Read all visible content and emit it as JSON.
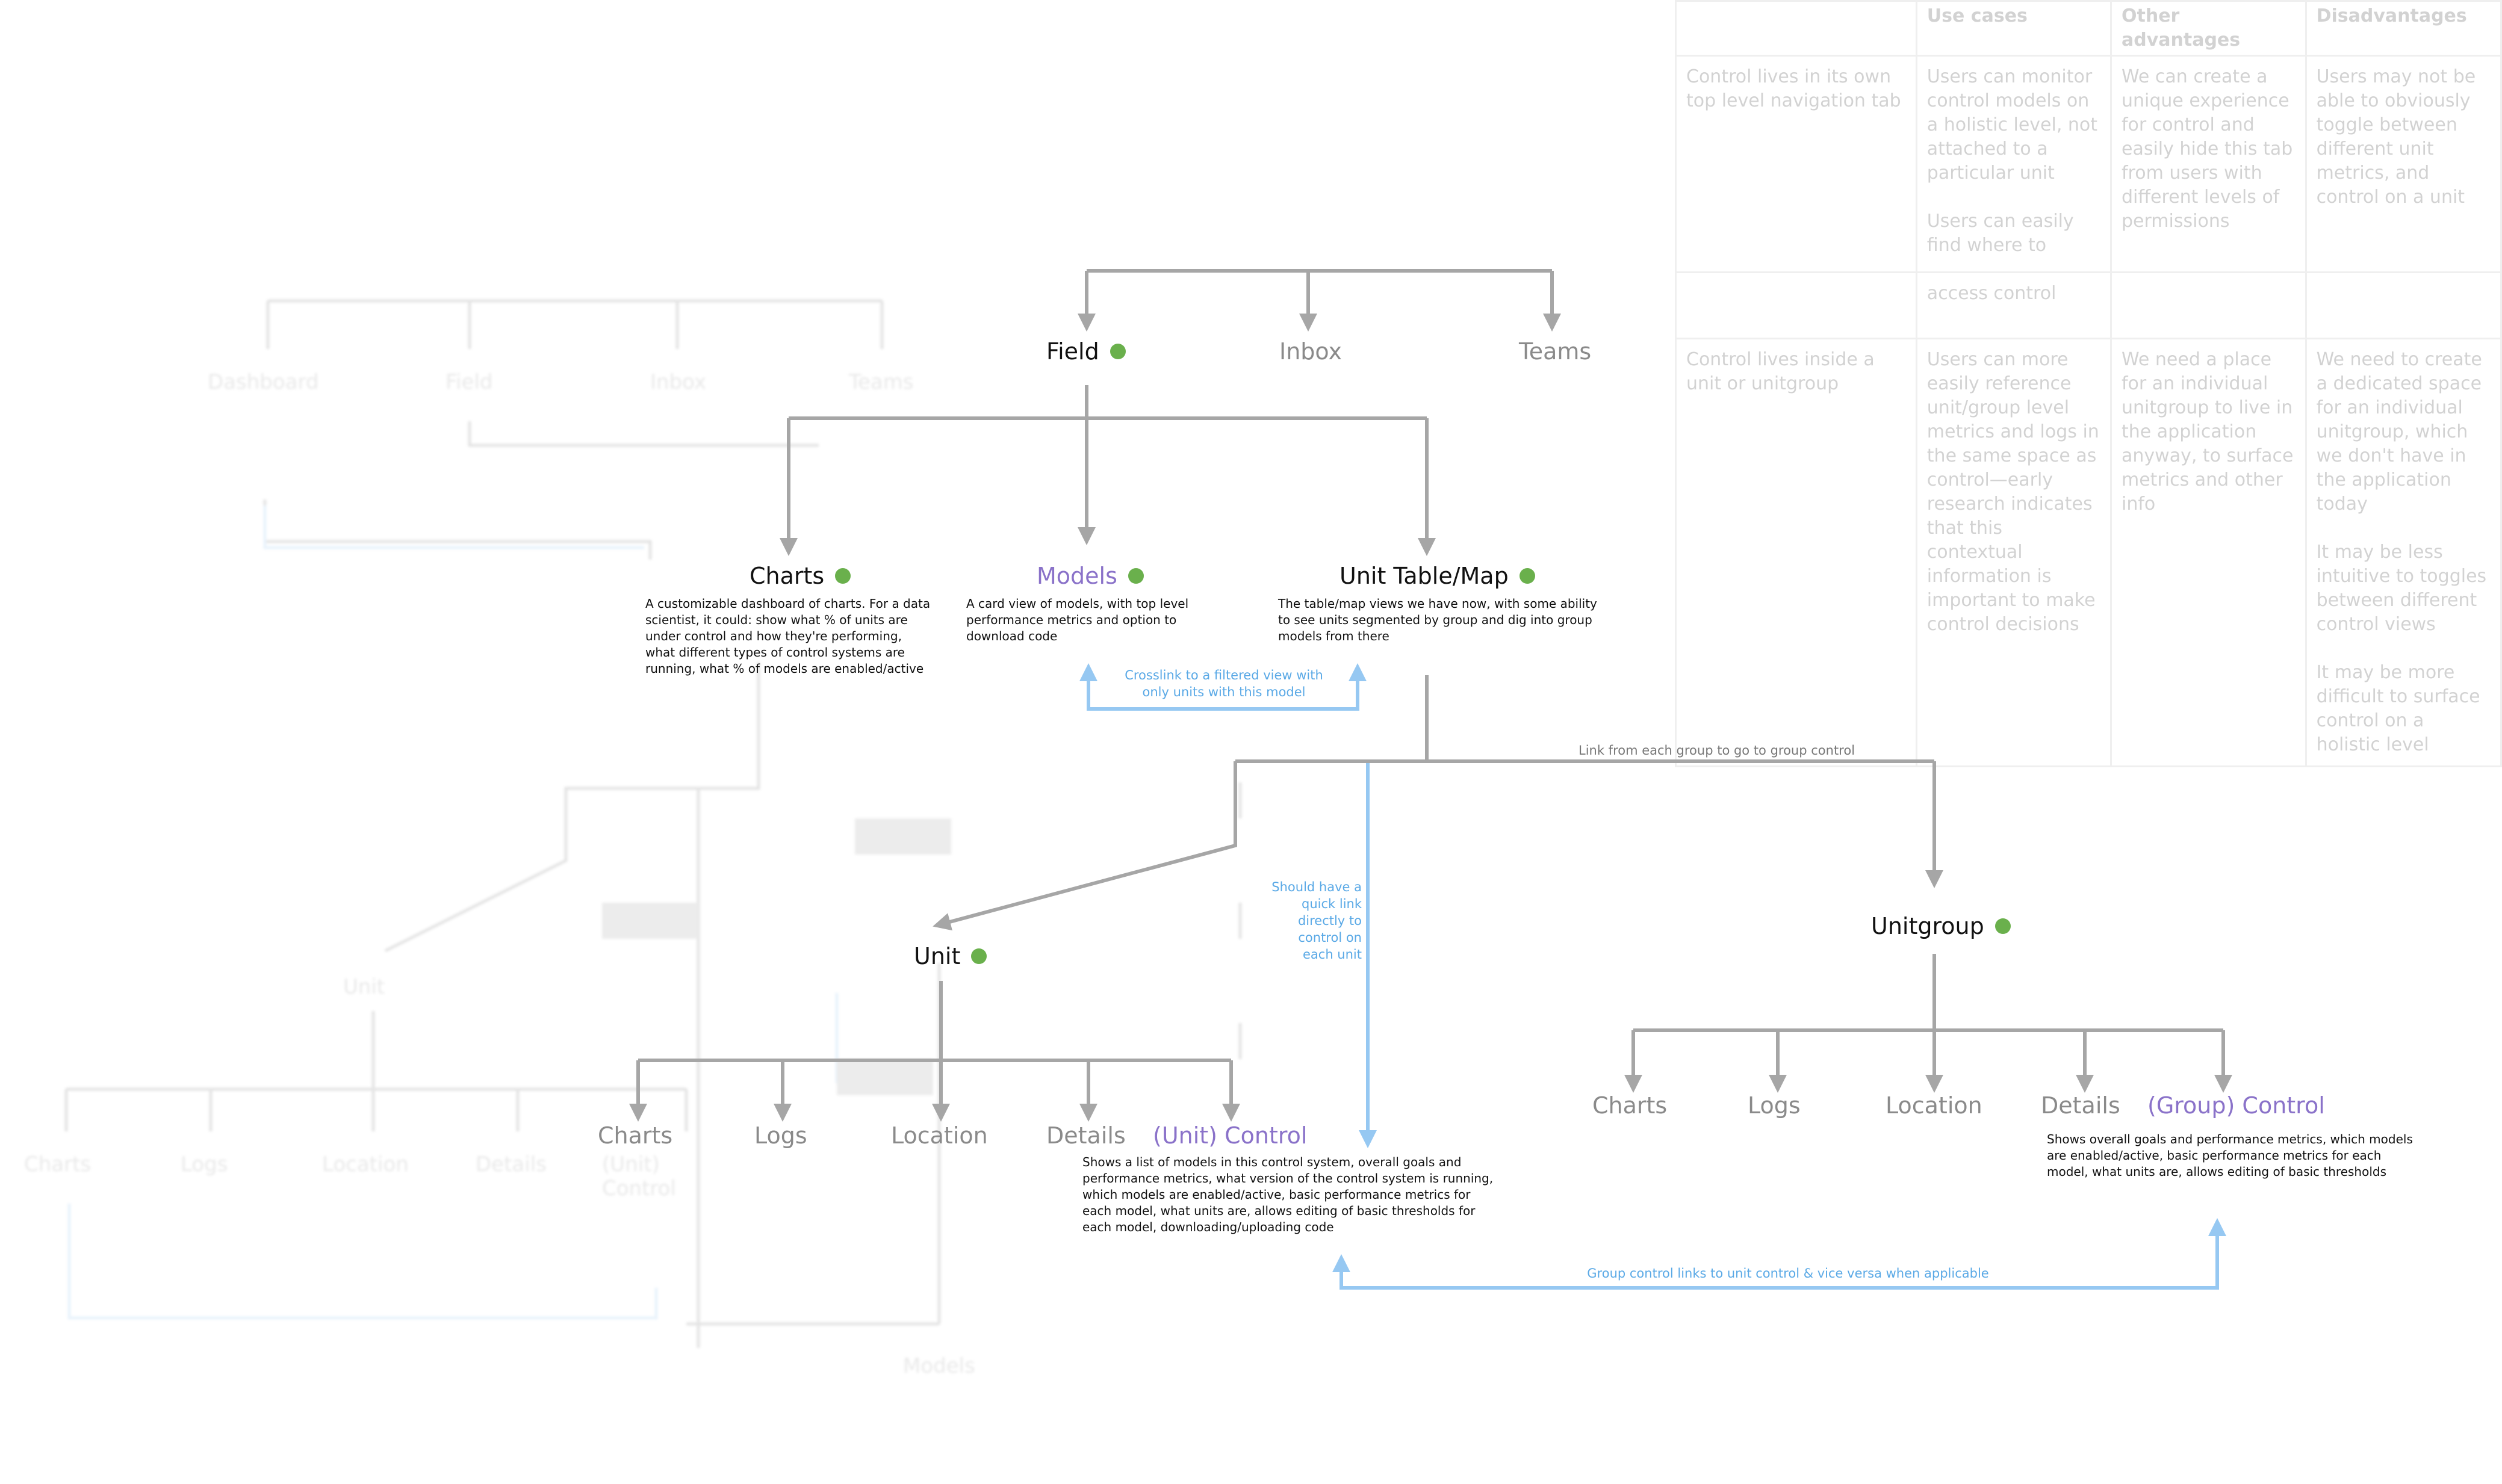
{
  "colors": {
    "line": "#a6a6a6",
    "crosslink": "#96c8f2",
    "dot": "#6ab04c",
    "purple_text": "#8a72c9"
  },
  "nodes": {
    "field": "Field",
    "inbox": "Inbox",
    "teams": "Teams",
    "charts": "Charts",
    "models": "Models",
    "unit_table_map": "Unit Table/Map",
    "unit": "Unit",
    "unitgroup": "Unitgroup",
    "unit_charts": "Charts",
    "unit_logs": "Logs",
    "unit_location": "Location",
    "unit_details": "Details",
    "unit_control": "(Unit) Control",
    "group_charts": "Charts",
    "group_logs": "Logs",
    "group_location": "Location",
    "group_details": "Details",
    "group_control": "(Group) Control"
  },
  "descriptions": {
    "charts": "A customizable dashboard of charts. For a data scientist, it could: show what % of units are under control and how they're performing, what different types of control systems are running, what % of models are enabled/active",
    "models": "A card view of models, with top level performance metrics and option to download code",
    "unit_table_map": "The table/map views we have now, with some ability to see units segmented by group and dig into group models from there",
    "unit_control": "Shows a list of models in this control system, overall goals and performance metrics, what version of the control system is running, which models are enabled/active, basic performance metrics for each model, what units are, allows editing of basic thresholds for each model, downloading/uploading code",
    "group_control": "Shows overall goals and performance metrics, which models are enabled/active, basic performance metrics for each model, what units are, allows editing of basic thresholds"
  },
  "notes": {
    "crosslink_models": "Crosslink to a filtered view with only units with this model",
    "group_link": "Link from each group to go to group control",
    "quick_link": "Should have a quick link directly to control on each unit",
    "group_unit_link": "Group control links to unit control & vice versa when applicable"
  },
  "comparison_table": {
    "headers": [
      "",
      "Use cases",
      "Other advantages",
      "Disadvantages"
    ],
    "rows": [
      [
        "Control lives in its own top level navigation tab",
        "Users can monitor control models on a holistic level, not attached to a particular unit\n\nUsers can easily find where to",
        "We can create a unique experience for control and easily hide this tab from users with different levels of permissions",
        "Users may not be able to obviously toggle between different unit metrics, and control on a unit"
      ],
      [
        "",
        "access control",
        "",
        ""
      ],
      [
        "Control lives inside a unit or unitgroup",
        "Users can more easily reference unit/group level metrics and logs in the same space as control—early research indicates that this contextual information is important to make control decisions",
        "We need a place for an individual unitgroup to live in the application anyway, to surface metrics and other info",
        "We need to create a dedicated space for an individual unitgroup, which we don't have in the application today\n\nIt may be less intuitive to toggles between different control views\n\nIt may be more difficult to surface control on a holistic level"
      ]
    ]
  },
  "ghost_diagram": {
    "dashboard": "Dashboard",
    "field": "Field",
    "inbox": "Inbox",
    "teams": "Teams",
    "unit": "Unit",
    "charts": "Charts",
    "logs": "Logs",
    "location": "Location",
    "details": "Details",
    "control": "(Unit) Control",
    "models": "Models"
  }
}
